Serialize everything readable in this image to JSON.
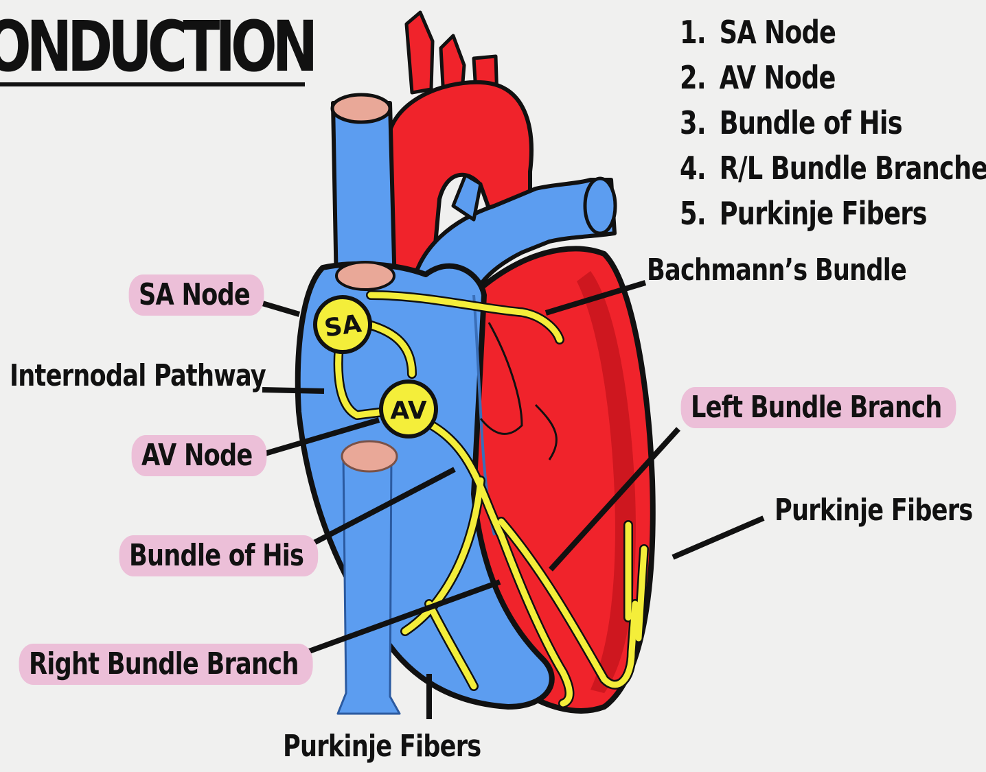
{
  "title": "ONDUCTION",
  "steps": [
    {
      "num": "1.",
      "label": "SA Node"
    },
    {
      "num": "2.",
      "label": "AV Node"
    },
    {
      "num": "3.",
      "label": "Bundle of His"
    },
    {
      "num": "4.",
      "label": "R/L Bundle Branches"
    },
    {
      "num": "5.",
      "label": "Purkinje Fibers"
    }
  ],
  "labels": {
    "sa_node": "SA Node",
    "internodal": "Internodal Pathway",
    "av_node": "AV Node",
    "bundle_his": "Bundle of His",
    "right_bundle": "Right Bundle Branch",
    "purkinje_bottom": "Purkinje Fibers",
    "bachmann": "Bachmann’s Bundle",
    "left_bundle": "Left Bundle Branch",
    "purkinje_right": "Purkinje Fibers"
  },
  "nodes": {
    "sa": "SA",
    "av": "AV"
  },
  "colors": {
    "background": "#f0f0ef",
    "oxygenated_red": "#f0232b",
    "deoxygenated_blue": "#5c9df0",
    "conduction_yellow": "#f4ee3a",
    "vessel_opening": "#e9a898",
    "highlight_pink": "#ecbfd8"
  }
}
